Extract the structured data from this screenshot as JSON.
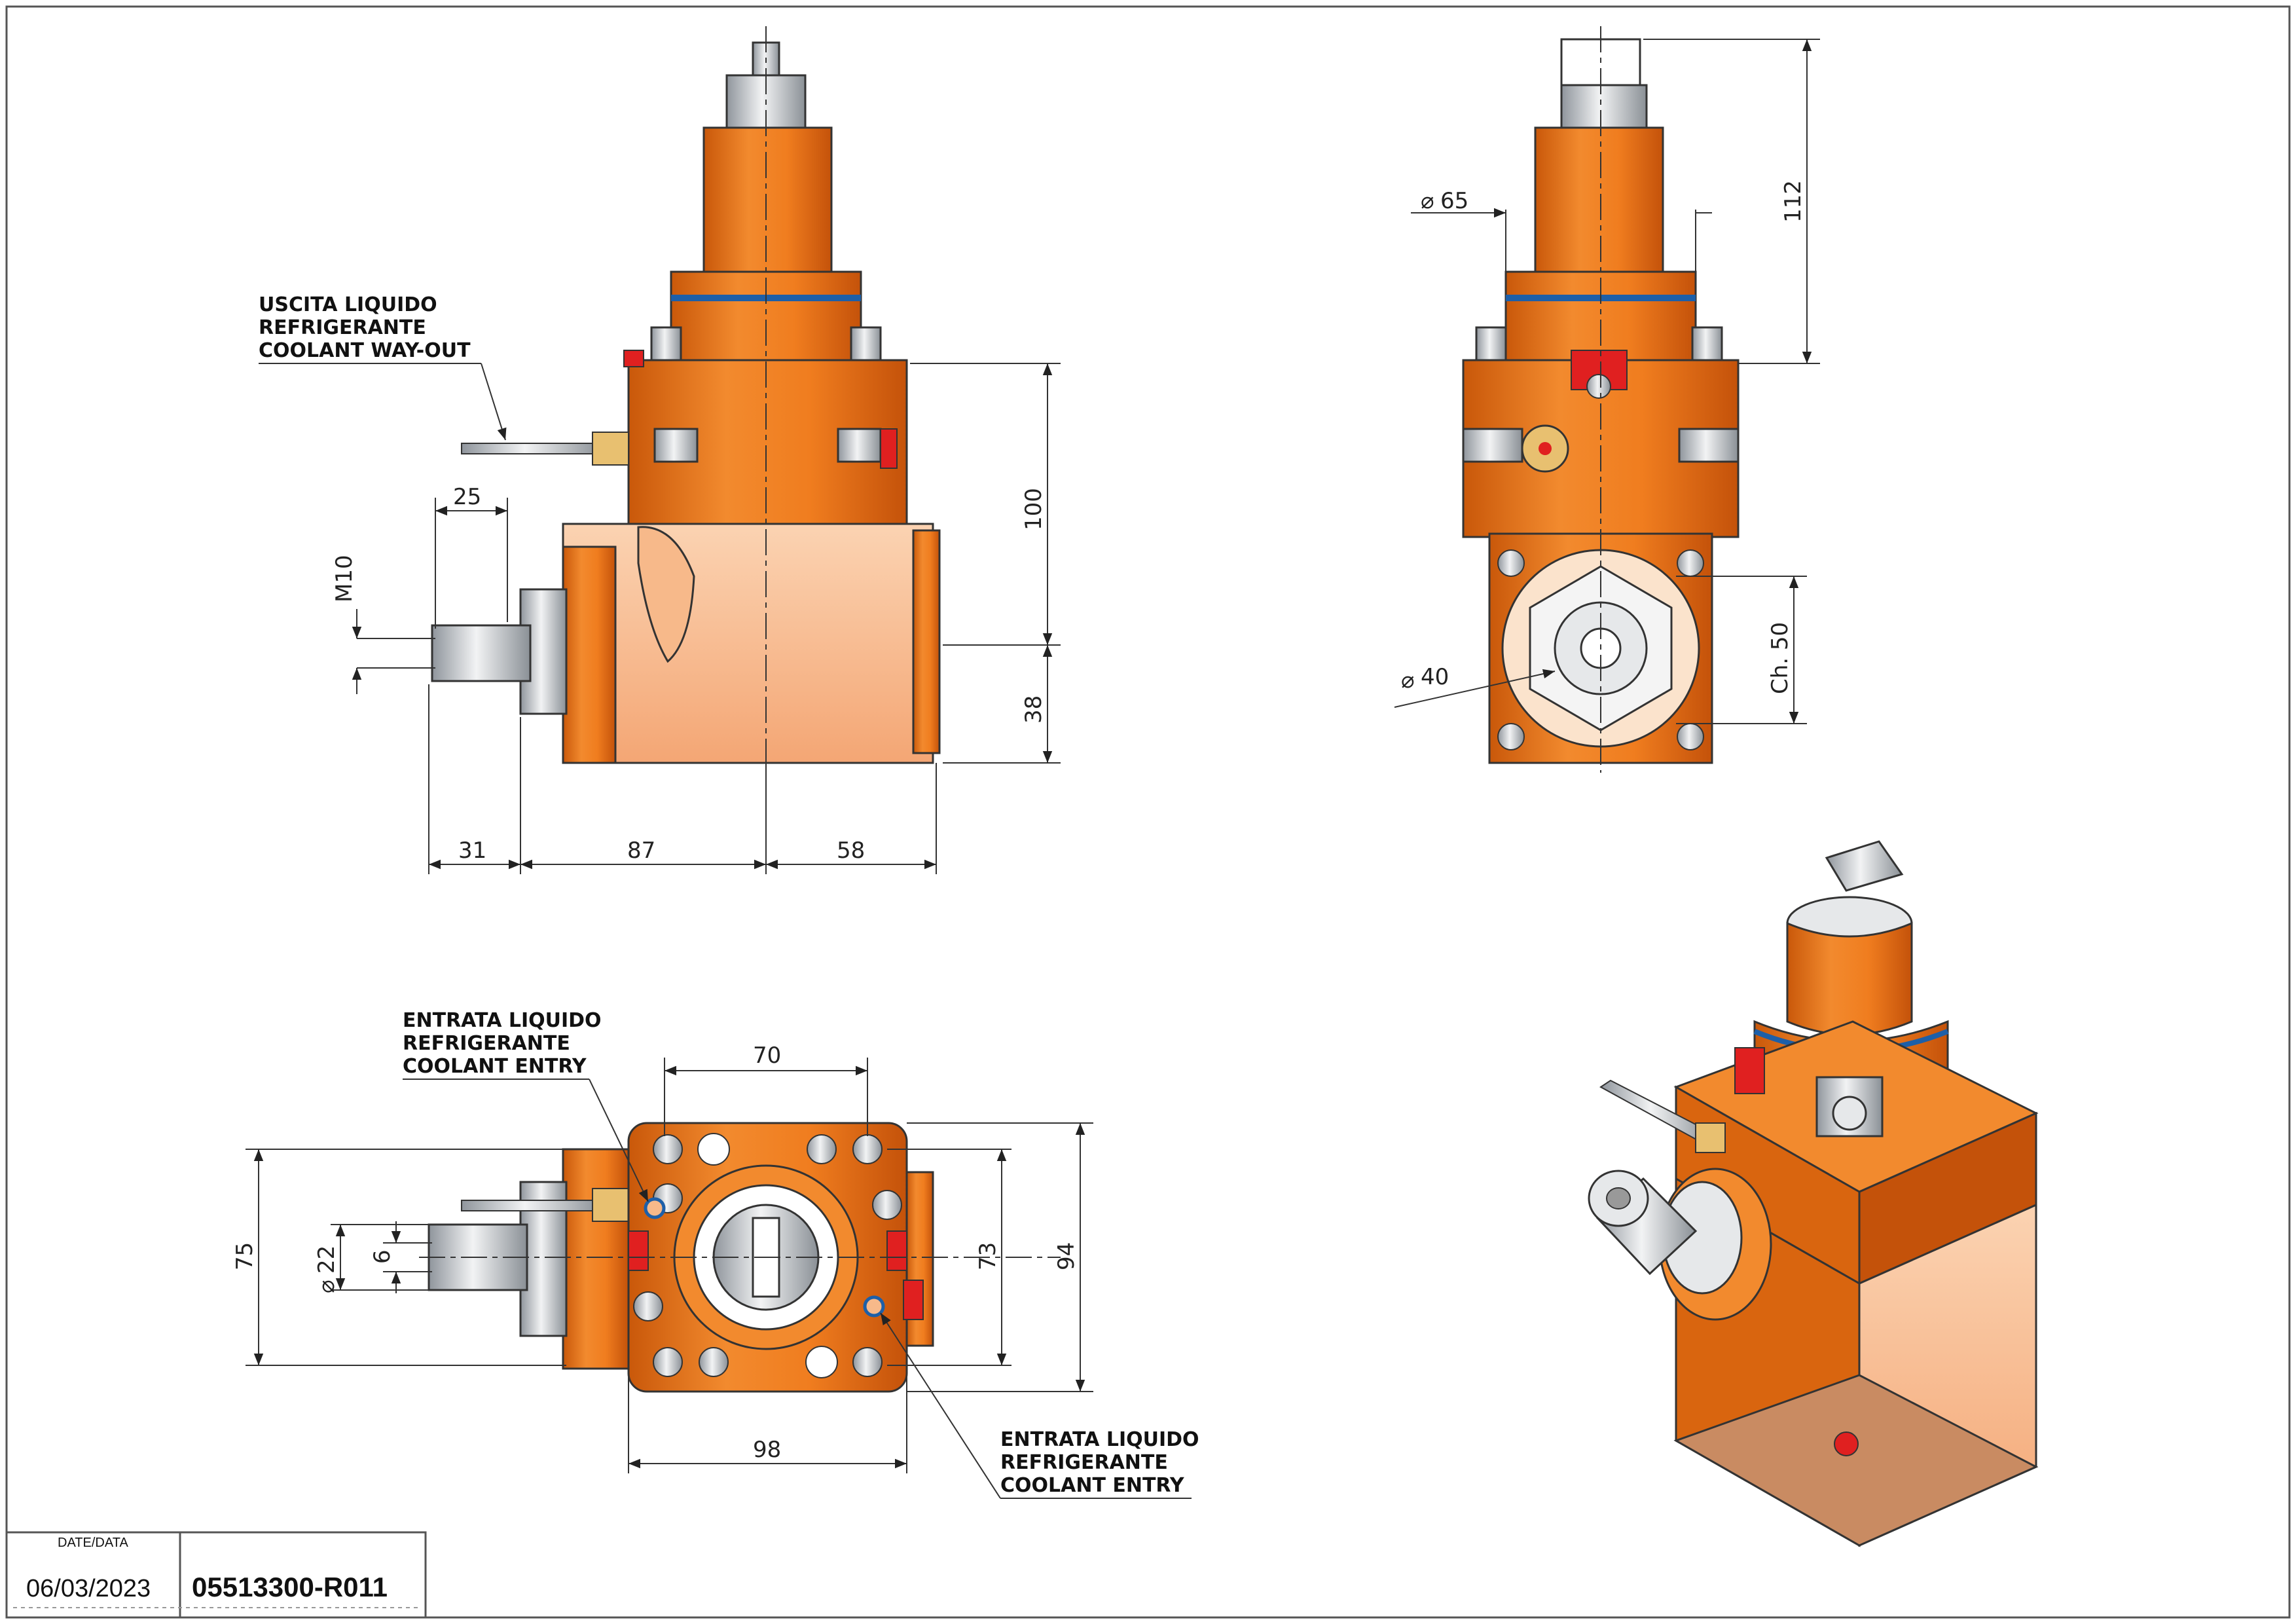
{
  "colors": {
    "orange_dark": "#d9650f",
    "orange": "#f07d1f",
    "orange_light": "#f7b98a",
    "peach": "#f9c6a0",
    "steel": "#bfc3c8",
    "red": "#e02020",
    "blue_ring": "#1d5fa8"
  },
  "icons": {
    "hex_screw": "hex-socket-screw-icon",
    "coolant_plug": "coolant-plug-icon"
  },
  "front_view": {
    "labels": {
      "way_out_line1": "USCITA LIQUIDO",
      "way_out_line2": "REFRIGERANTE",
      "way_out_line3": "COOLANT WAY-OUT"
    },
    "dims": {
      "d25": "25",
      "m10": "M10",
      "d100": "100",
      "d38": "38",
      "d31": "31",
      "d87": "87",
      "d58": "58"
    }
  },
  "side_view": {
    "dims": {
      "dia65": "65",
      "d112": "112",
      "dia40": "40",
      "ch50": "Ch. 50"
    }
  },
  "bottom_view": {
    "labels": {
      "entry_a_line1": "ENTRATA LIQUIDO",
      "entry_a_line2": "REFRIGERANTE",
      "entry_a_line3": "COOLANT ENTRY",
      "entry_b_line1": "ENTRATA LIQUIDO",
      "entry_b_line2": "REFRIGERANTE",
      "entry_b_line3": "COOLANT ENTRY"
    },
    "dims": {
      "d70": "70",
      "d75": "75",
      "dia22": "22",
      "d6": "6",
      "d73": "73",
      "d94": "94",
      "d98": "98"
    }
  },
  "title_block": {
    "date_caption": "DATE/DATA",
    "date": "06/03/2023",
    "drawing_code": "05513300-R011"
  }
}
